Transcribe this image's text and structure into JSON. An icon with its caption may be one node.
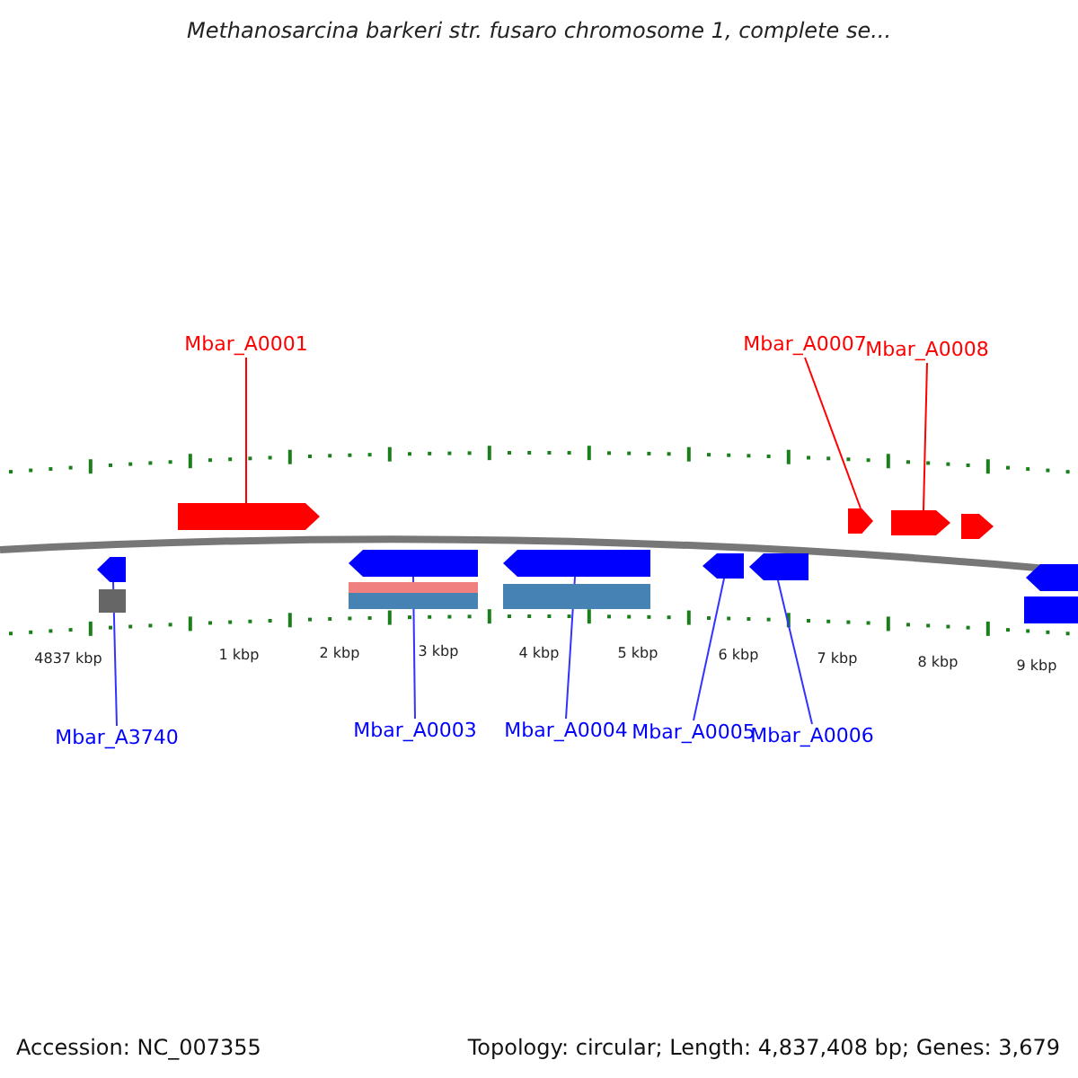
{
  "diagram": {
    "title": "Methanosarcina barkeri str. fusaro chromosome 1, complete se...",
    "nodes": [
      {
        "text": [
          "Mbar_A0001"
        ]
      },
      {
        "text": [
          "Mbar_A0007"
        ]
      },
      {
        "text": [
          "Mbar_A0008"
        ]
      },
      {
        "text": [
          "Mbar_A3740"
        ]
      },
      {
        "text": [
          "Mbar_A0003"
        ]
      },
      {
        "text": [
          "Mbar_A0004"
        ]
      },
      {
        "text": [
          "Mbar_A0005"
        ]
      },
      {
        "text": [
          "Mbar_A0006"
        ]
      },
      {
        "text": [],
        "shape": "arrow"
      },
      {
        "text": [],
        "shape": "arrow"
      },
      {
        "text": [],
        "shape": "arrow"
      },
      {
        "text": [],
        "shape": "arrow"
      },
      {
        "text": [],
        "shape": "arrow"
      },
      {
        "text": [],
        "shape": "arrow"
      },
      {
        "text": [],
        "shape": "arrow"
      },
      {
        "text": [],
        "shape": "arrow"
      },
      {
        "text": [],
        "shape": "arrow"
      },
      {
        "text": [],
        "shape": "arrow"
      },
      {
        "text": [],
        "shape": "bar"
      },
      {
        "text": [],
        "shape": "bar"
      },
      {
        "text": [],
        "shape": "bar"
      },
      {
        "text": [],
        "shape": "bar"
      },
      {
        "text": [],
        "shape": "bar"
      }
    ],
    "edges": [
      {
        "from": 0,
        "to": 8,
        "arrow": "none",
        "color": "#ff0000"
      },
      {
        "from": 1,
        "to": 9,
        "arrow": "none",
        "color": "#ff0000"
      },
      {
        "from": 2,
        "to": 10,
        "arrow": "none",
        "color": "#ff0000"
      },
      {
        "from": 3,
        "to": 11,
        "arrow": "none"
      },
      {
        "from": 4,
        "to": 12,
        "arrow": "none"
      },
      {
        "from": 5,
        "to": 13,
        "arrow": "none"
      },
      {
        "from": 6,
        "to": 14,
        "arrow": "none"
      },
      {
        "from": 7,
        "to": 15,
        "arrow": "none"
      }
    ],
    "labels": [
      "4837 kbp",
      "1 kbp",
      "2 kbp",
      "3 kbp",
      "4 kbp",
      "5 kbp",
      "6 kbp",
      "7 kbp",
      "8 kbp",
      "9 kbp",
      "Accession: NC_007355",
      "Topology: circular; Length: 4,837,408 bp; Genes: 3,679"
    ]
  }
}
